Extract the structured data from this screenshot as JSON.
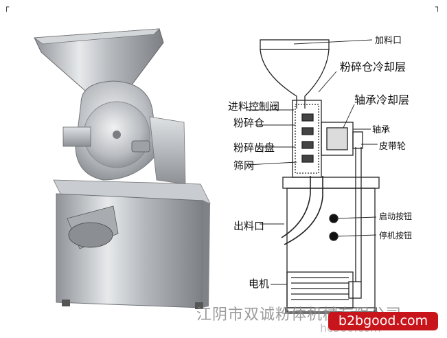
{
  "labels": {
    "feed_inlet": "加料口",
    "crusher_cooling": "粉碎仓冷却层",
    "feed_valve": "进料控制阀",
    "bearing_cooling": "轴承冷却层",
    "crusher_chamber": "粉碎仓",
    "bearing": "轴承",
    "crushing_disc": "粉碎齿盘",
    "pulley": "皮带轮",
    "screen": "筛网",
    "outlet": "出料口",
    "start_button": "启动按钮",
    "stop_button": "停机按钮",
    "motor": "电机"
  },
  "watermark": {
    "company": "江阴市双诚粉体机械有限公司",
    "site": "b2bgood.com",
    "site_faint": "hc360.com"
  },
  "colors": {
    "badge": "#c8141b",
    "steel": "#b7babe",
    "line": "#222222"
  }
}
